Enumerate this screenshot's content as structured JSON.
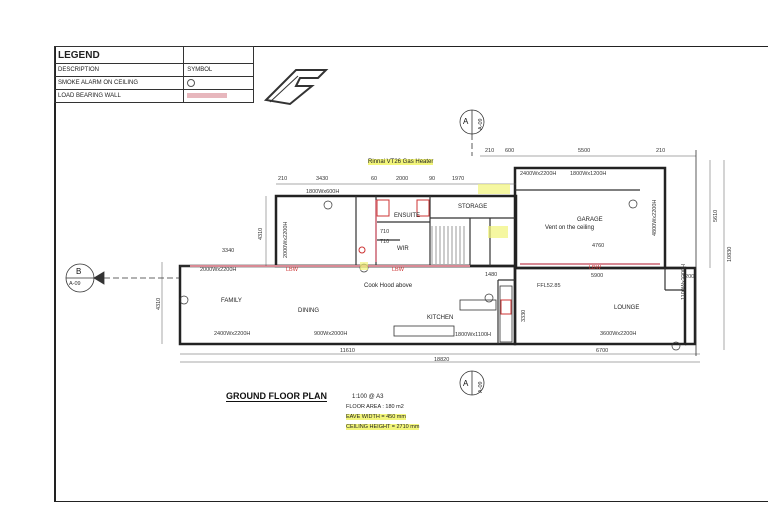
{
  "legend": {
    "title": "LEGEND",
    "col_description": "DESCRIPTION",
    "col_symbol": "SYMBOL",
    "rows": [
      {
        "description": "SMOKE ALARM ON CEILING"
      },
      {
        "description": "LOAD BEARING WALL"
      }
    ]
  },
  "title": {
    "main": "GROUND FLOOR PLAN",
    "scale": "1:100 @ A3",
    "floor_area": "FLOOR AREA : 180 m2",
    "eave_width": "EAVE WIDTH = 450 mm",
    "ceiling_height": "CEILING HEIGHT = 2710 mm"
  },
  "rooms": {
    "family": "FAMILY",
    "dining": "DINING",
    "kitchen": "KITCHEN",
    "lounge": "LOUNGE",
    "garage": "GARAGE",
    "storage": "STORAGE",
    "ensuite": "ENSUITE",
    "wir": "WIR"
  },
  "notes": {
    "gas_heater": "Rinnai VT26 Gas Heater",
    "vent": "Vent on the ceiling",
    "cook_hood": "Cook Hood above",
    "ffl": "FFL52.85",
    "lbw": "LBW"
  },
  "sections": {
    "a_label": "A",
    "a_sheet": "A-09",
    "b_label": "B",
    "b_sheet": "A-09"
  },
  "dimensions": {
    "top": [
      "210",
      "3430",
      "60",
      "2000",
      "90",
      "1970",
      "210",
      "600",
      "5500",
      "210"
    ],
    "bottom_left": "11610",
    "bottom_right": "6700",
    "overall": "18820",
    "right_upper": "5610",
    "right_overall": "10830",
    "left_a": "3340",
    "left_b": "4310",
    "garage_inner": "4760",
    "lounge_inner": "5900",
    "kitchen_step": "1480",
    "lounge_small": "1200",
    "vertical_3330": "3330",
    "ensuite_710a": "710",
    "ensuite_710b": "710",
    "left_4310": "4310"
  },
  "windows": {
    "top_bed": "1800Wx600H",
    "top_storage": "",
    "garage_top_a": "2400Wx2200H",
    "garage_top_b": "1800Wx1200H",
    "family_top": "2000Wx2200H",
    "family_bottom": "2400Wx2200H",
    "dining_bottom": "900Wx2000H",
    "kitchen_bottom": "1800Wx1100H",
    "lounge_bottom": "3600Wx2200H",
    "garage_side": "4800Wx2200H",
    "bed_side": "2000Wx2200H",
    "lounge_side": "1100Wx2200H"
  }
}
